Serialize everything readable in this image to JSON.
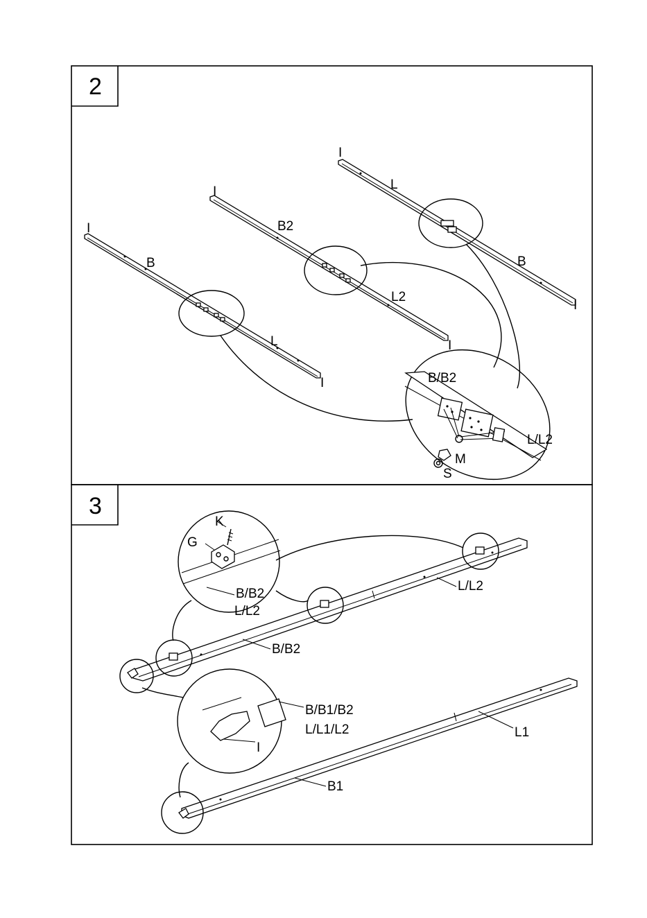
{
  "steps": [
    {
      "number": "2",
      "labels": {
        "i1": "I",
        "i2": "I",
        "i3": "I",
        "i4": "I",
        "i5": "I",
        "i6": "I",
        "b_left": "B",
        "b2_mid": "B2",
        "l_right_top": "L",
        "l_left": "L",
        "l2_mid": "L2",
        "b_right": "B",
        "detail_top": "B/B2",
        "detail_right": "L/L2",
        "m": "M",
        "s": "S"
      }
    },
    {
      "number": "3",
      "labels": {
        "k": "K",
        "g": "G",
        "detail1_a": "B/B2",
        "detail1_b": "L/L2",
        "l_l2": "L/L2",
        "b_b2": "B/B2",
        "detail2_a": "B/B1/B2",
        "detail2_b": "L/L1/L2",
        "detail2_i": "I",
        "l1": "L1",
        "b1": "B1"
      }
    }
  ]
}
